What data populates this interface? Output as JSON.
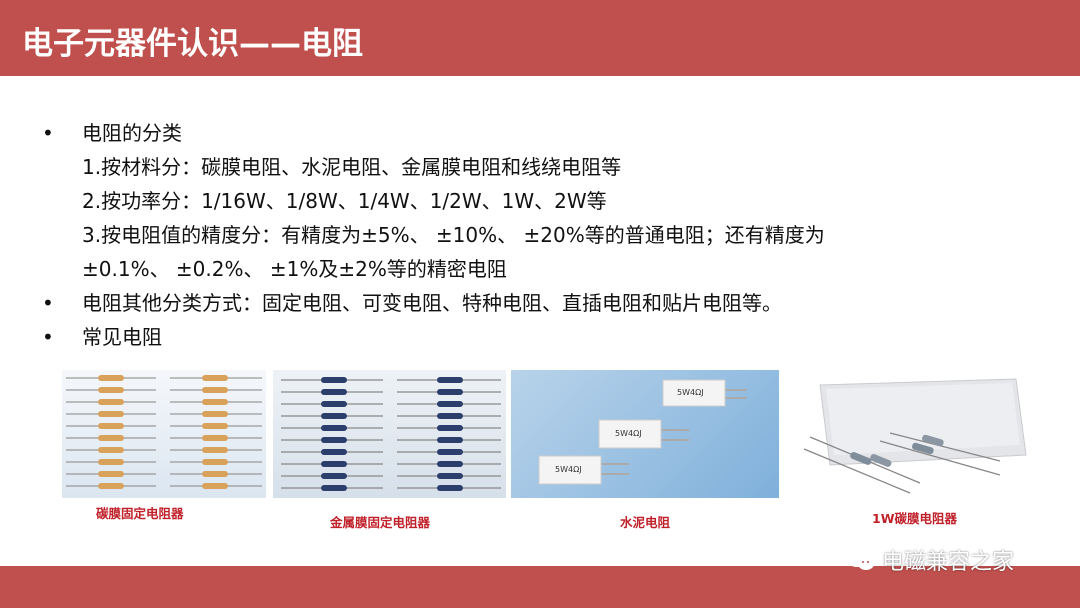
{
  "slide": {
    "title": "电子元器件认识——电阻"
  },
  "content": {
    "bullet_char": "•",
    "lines": [
      {
        "bullet": true,
        "text": "电阻的分类"
      },
      {
        "bullet": false,
        "text": "1.按材料分：碳膜电阻、水泥电阻、金属膜电阻和线绕电阻等"
      },
      {
        "bullet": false,
        "text": "2.按功率分：1/16W、1/8W、1/4W、1/2W、1W、2W等"
      },
      {
        "bullet": false,
        "text": "3.按电阻值的精度分：有精度为±5%、 ±10%、 ±20%等的普通电阻；还有精度为"
      },
      {
        "bullet": false,
        "text": "±0.1%、 ±0.2%、 ±1%及±2%等的精密电阻"
      },
      {
        "bullet": true,
        "text": "电阻其他分类方式：固定电阻、可变电阻、特种电阻、直插电阻和贴片电阻等。"
      },
      {
        "bullet": true,
        "text": "常见电阻"
      }
    ]
  },
  "images": [
    {
      "caption": "碳膜固定电阻器"
    },
    {
      "caption": "金属膜固定电阻器"
    },
    {
      "caption": "水泥电阻",
      "labels": [
        "5W4ΩJ",
        "5W4ΩJ",
        "5W4ΩJ"
      ]
    },
    {
      "caption": "1W碳膜电阻器"
    }
  ],
  "watermark": {
    "text": "电磁兼容之家",
    "icon": "wechat-icon"
  },
  "colors": {
    "header": "#c0504d",
    "caption": "#c0202a",
    "carbon_body": "#d9a25b",
    "metal_body": "#2c3e6b",
    "cement_body": "#f4f4f4"
  }
}
